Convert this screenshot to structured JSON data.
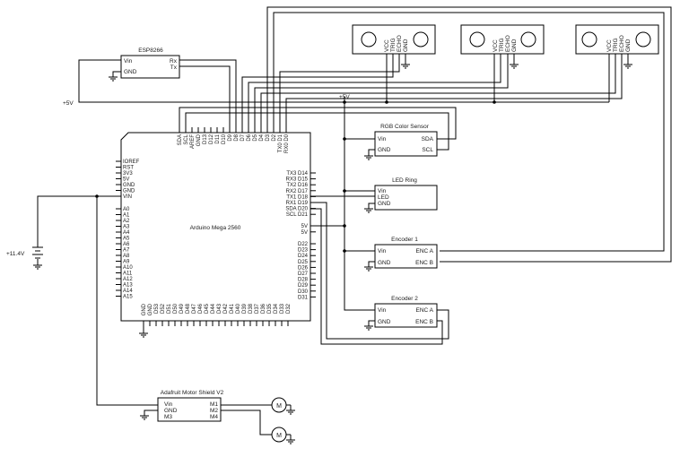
{
  "supply": {
    "vcc_net": "+5V",
    "battery": "+11.4V"
  },
  "esp8266": {
    "title": "ESP8266",
    "pins_left": [
      "Vin",
      "GND"
    ],
    "pins_right": [
      "Rx",
      "Tx"
    ]
  },
  "ultrasonic_sensors": [
    {
      "pins": [
        "VCC",
        "TRIG",
        "ECHO",
        "GND"
      ]
    },
    {
      "pins": [
        "VCC",
        "TRIG",
        "ECHO",
        "GND"
      ]
    },
    {
      "pins": [
        "VCC",
        "TRIG",
        "ECHO",
        "GND"
      ]
    }
  ],
  "arduino": {
    "title": "Arduino Mega 2560",
    "top_pins": [
      "SDA",
      "SCL",
      "AREF",
      "GND",
      "D13",
      "D12",
      "D11",
      "D10",
      "D9",
      "D8",
      "D7",
      "D6",
      "D5",
      "D4",
      "D3",
      "D2",
      "TX0 D1",
      "RX0 D0"
    ],
    "left_pins": [
      "IOREF",
      "RST",
      "3V3",
      "5V",
      "GND",
      "GND",
      "VIN",
      "A0",
      "A1",
      "A2",
      "A3",
      "A4",
      "A5",
      "A6",
      "A7",
      "A8",
      "A9",
      "A10",
      "A11",
      "A12",
      "A13",
      "A14",
      "A15"
    ],
    "right_pins": [
      "TX3 D14",
      "RX3 D15",
      "TX2 D16",
      "RX2 D17",
      "TX1 D18",
      "RX1 D19",
      "SDA D20",
      "SCL D21",
      "5V",
      "5V",
      "D22",
      "D23",
      "D24",
      "D25",
      "D26",
      "D27",
      "D28",
      "D29",
      "D30",
      "D31"
    ],
    "bottom_pins": [
      "GND",
      "GND",
      "D53",
      "D52",
      "D51",
      "D50",
      "D49",
      "D48",
      "D47",
      "D46",
      "D45",
      "D44",
      "D43",
      "D42",
      "D41",
      "D40",
      "D39",
      "D38",
      "D37",
      "D36",
      "D35",
      "D34",
      "D33",
      "D32"
    ]
  },
  "rgb_sensor": {
    "title": "RGB Color Sensor",
    "pins_left": [
      "Vin",
      "GND"
    ],
    "pins_right": [
      "SDA",
      "SCL"
    ]
  },
  "led_ring": {
    "title": "LED Ring",
    "pins_left": [
      "Vin",
      "LED",
      "GND"
    ]
  },
  "encoder1": {
    "title": "Encoder 1",
    "pins_left": [
      "Vin",
      "GND"
    ],
    "pins_right": [
      "ENC A",
      "ENC B"
    ]
  },
  "encoder2": {
    "title": "Encoder 2",
    "pins_left": [
      "Vin",
      "GND"
    ],
    "pins_right": [
      "ENC A",
      "ENC B"
    ]
  },
  "motor_shield": {
    "title": "Adafruit Motor Shield V2",
    "pins_left": [
      "Vin",
      "GND",
      "M3"
    ],
    "pins_right": [
      "M1",
      "M2",
      "M4"
    ]
  },
  "motor_symbol": "M"
}
